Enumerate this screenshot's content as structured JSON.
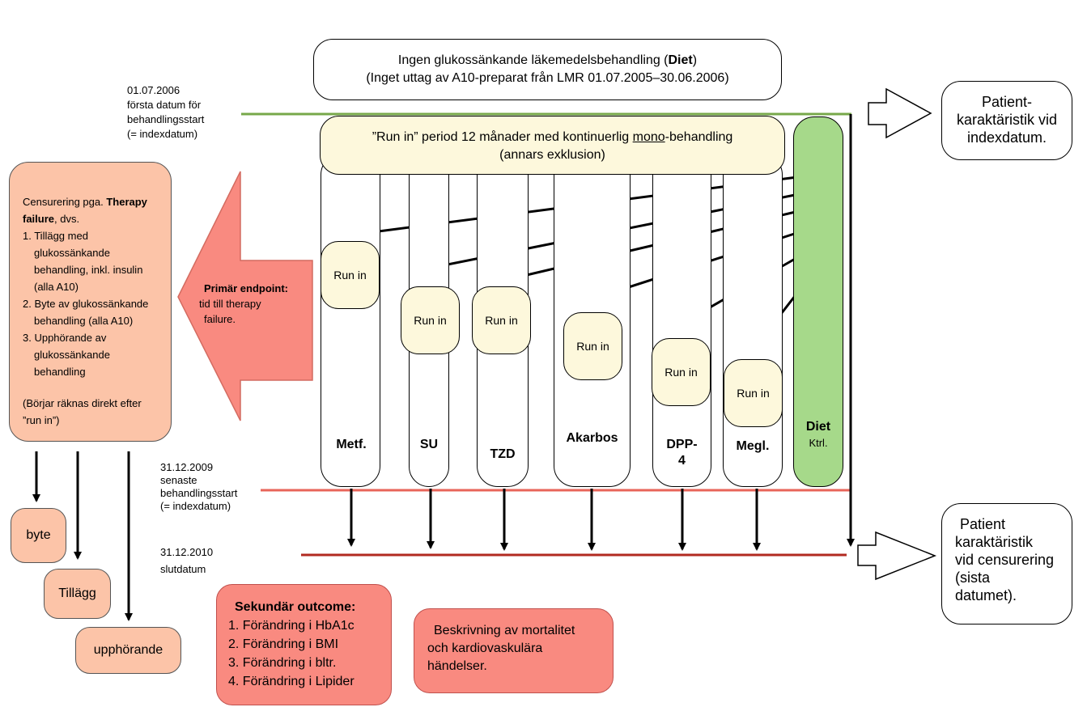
{
  "top_box": {
    "line1": "Ingen glukossänkande läkemedelsbehandling (",
    "line1_bold": "Diet",
    "line1_end": ")",
    "line2": "(Inget uttag av A10-preparat från LMR 01.07.2005–30.06.2006)"
  },
  "start_note": [
    "01.07.2006",
    "första datum för",
    "behandlingsstart",
    "(= indexdatum)"
  ],
  "runin_period": {
    "line1_a": "”Run in” period 12 månader med kontinuerlig ",
    "line1_underline": "mono",
    "line1_b": "-behandling",
    "line2": "(annars exklusion)"
  },
  "columns": [
    {
      "label": "Metf.",
      "runin": "Run in"
    },
    {
      "label": "SU",
      "runin": "Run in"
    },
    {
      "label": "TZD",
      "runin": "Run in"
    },
    {
      "label": "Akarbos",
      "runin": "Run in"
    },
    {
      "label": "DPP-4",
      "label_line1": "DPP-",
      "label_line2": "4",
      "runin": "Run in"
    },
    {
      "label": "Megl.",
      "runin": "Run in"
    }
  ],
  "diet_column": {
    "label": "Diet",
    "sub": "Ktrl."
  },
  "patient_index": [
    "Patient-",
    "karaktäristik vid",
    "indexdatum."
  ],
  "patient_censor": [
    "Patient",
    "karaktäristik",
    "vid censurering",
    "(sista",
    "datumet)."
  ],
  "censoring": {
    "intro": "Censurering pga. ",
    "intro_bold": "Therapy",
    "line2_bold": "failure",
    "line2": ", dvs.",
    "items": [
      "1. Tillägg med",
      "glukossänkande",
      "behandling, inkl. insulin",
      "(alla A10)",
      "2. Byte av glukossänkande",
      "behandling (alla A10)",
      "3. Upphörande av",
      "glukossänkande",
      "behandling"
    ],
    "note1": "(Börjar räknas direkt efter",
    "note2": "”run in”)"
  },
  "primary_endpoint": {
    "bold": "Primär endpoint:",
    "line2": "tid till therapy",
    "line3": "failure."
  },
  "end_note": [
    "31.12.2009",
    "senaste",
    "behandlingsstart",
    "(= indexdatum)"
  ],
  "slut_note": [
    "31.12.2010",
    "slutdatum"
  ],
  "outcome_boxes": {
    "byte": "byte",
    "tillagg": "Tillägg",
    "upphorande": "upphörande"
  },
  "secondary": {
    "title": "Sekundär outcome:",
    "items": [
      "1. Förändring i HbA1c",
      "2. Förändring i BMI",
      "3. Förändring i bltr.",
      "4. Förändring i Lipider"
    ]
  },
  "mortality": [
    "Beskrivning av mortalitet",
    "och kardiovaskulära",
    "händelser."
  ],
  "colors": {
    "green_line": "#77a84a",
    "red_line": "#e8645a",
    "darkred_line": "#b22a20",
    "runin_fill": "#fdf8dc",
    "diet_fill": "#a6d98a",
    "salmon": "#fcc4a8",
    "salmon_dark": "#f98a80",
    "arrow_fill": "#f98a80"
  }
}
